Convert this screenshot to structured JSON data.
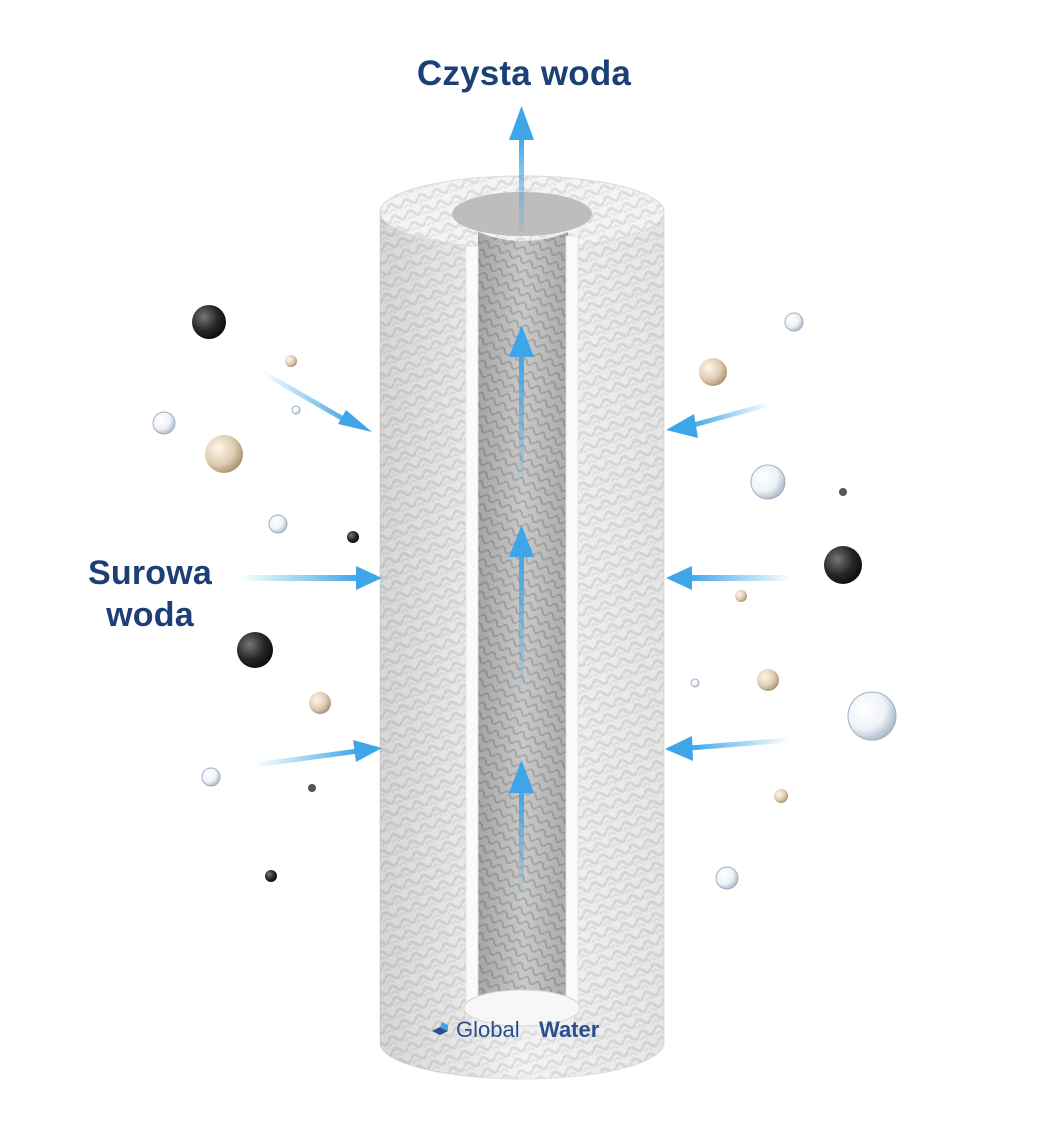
{
  "diagram": {
    "title": "Czysta woda",
    "raw_water_line1": "Surowa",
    "raw_water_line2": "woda",
    "brand_part1": "Global",
    "brand_part2": "Water"
  },
  "colors": {
    "label": "#1d3f77",
    "arrow": "#3ea6e8",
    "filter": "#f2f2f2",
    "core": "#b9b9b9",
    "brand": "#2b4f8e"
  },
  "icons": {
    "flow_arrow": "arrow-icon",
    "particle_dirt": "dirt-particle-icon",
    "particle_sediment": "sediment-particle-icon",
    "bubble": "water-bubble-icon",
    "logo": "global-water-logo-icon"
  }
}
